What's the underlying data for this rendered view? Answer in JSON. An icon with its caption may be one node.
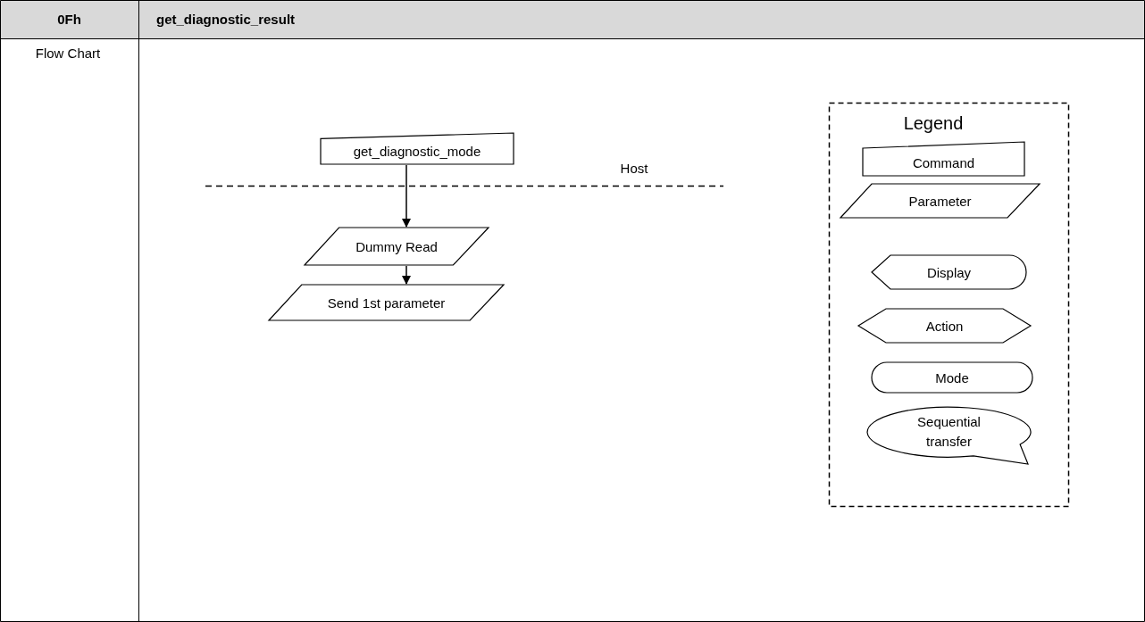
{
  "diagram": {
    "nodes": [
      {
        "text": [
          "get_diagnostic_mode"
        ]
      },
      {
        "text": [
          "Dummy Read"
        ]
      },
      {
        "text": [
          "Send 1st parameter"
        ]
      }
    ],
    "edges": [
      {
        "from": 0,
        "to": 1,
        "arrow": "to"
      },
      {
        "from": 1,
        "to": 2,
        "arrow": "to"
      }
    ],
    "labels": [
      "0Fh",
      "get_diagnostic_result",
      "Flow Chart",
      "Host",
      "Legend"
    ],
    "legend": [
      {
        "text": "Command"
      },
      {
        "text": "Parameter"
      },
      {
        "text": "Display"
      },
      {
        "text": "Action"
      },
      {
        "text": "Mode"
      },
      {
        "text": "Sequential transfer"
      }
    ]
  }
}
